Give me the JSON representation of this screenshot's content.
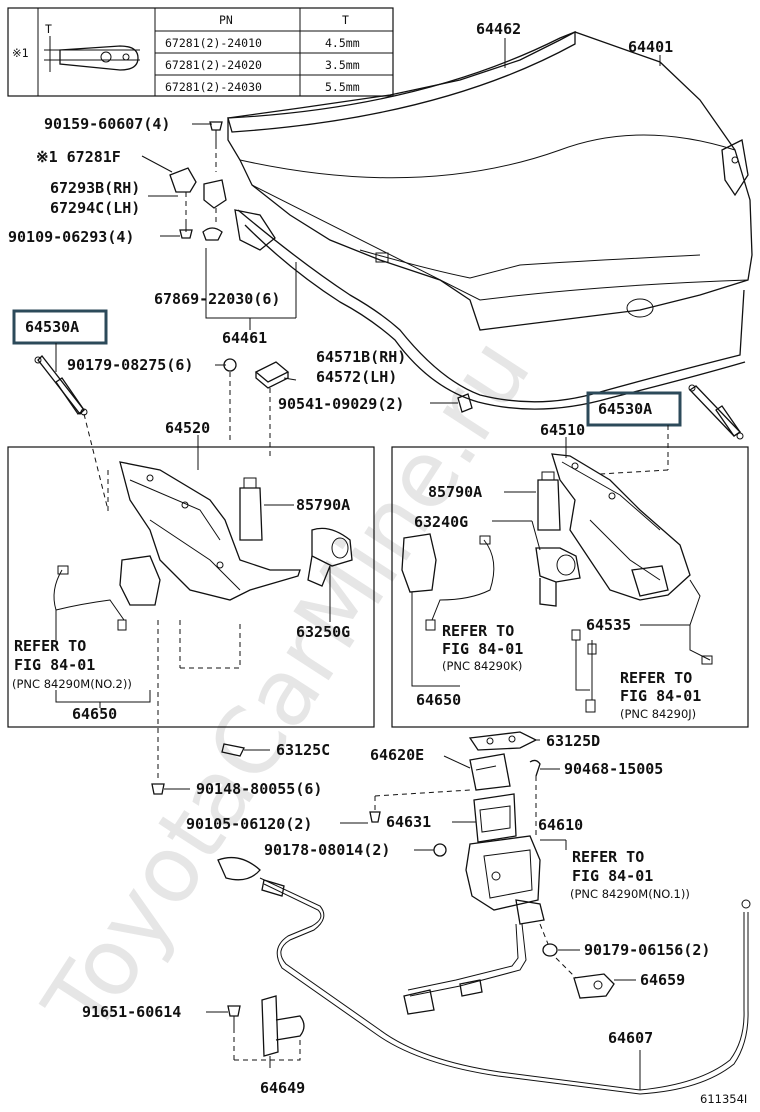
{
  "watermark": "ToyotaCarMine.ru",
  "table": {
    "note_mark": "※1",
    "col_pn": "PN",
    "col_t": "T",
    "dim_t": "T",
    "rows": [
      {
        "pn": "67281(2)-24010",
        "t": "4.5mm"
      },
      {
        "pn": "67281(2)-24020",
        "t": "3.5mm"
      },
      {
        "pn": "67281(2)-24030",
        "t": "5.5mm"
      }
    ]
  },
  "labels": {
    "l64462": "64462",
    "l64401": "64401",
    "l90159": "90159-60607(4)",
    "l67281f": "※1 67281F",
    "l67293b": "67293B(RH)",
    "l67294c": "67294C(LH)",
    "l90109": "90109-06293(4)",
    "l67869": "67869-22030(6)",
    "l64461": "64461",
    "l64530a_left": "64530A",
    "l90179_08275": "90179-08275(6)",
    "l64571b": "64571B(RH)",
    "l64572": "64572(LH)",
    "l90541": "90541-09029(2)",
    "l64530a_right": "64530A",
    "l64520": "64520",
    "l64510": "64510",
    "l85790a_left": "85790A",
    "l85790a_right": "85790A",
    "l63240g": "63240G",
    "l63250g": "63250G",
    "l64535": "64535",
    "l64650_left": "64650",
    "l64650_right": "64650",
    "l63125c": "63125C",
    "l63125d": "63125D",
    "l64620e": "64620E",
    "l90468": "90468-15005",
    "l90148": "90148-80055(6)",
    "l90105": "90105-06120(2)",
    "l64631": "64631",
    "l64610": "64610",
    "l90178": "90178-08014(2)",
    "l90179_06156": "90179-06156(2)",
    "l64659": "64659",
    "l91651": "91651-60614",
    "l64607": "64607",
    "l64649": "64649",
    "fig_code": "611354I"
  },
  "refs": {
    "left": {
      "l1": "REFER TO",
      "l2": "FIG 84-01",
      "l3": "(PNC 84290M(NO.2))"
    },
    "mid": {
      "l1": "REFER TO",
      "l2": "FIG 84-01",
      "l3": "(PNC 84290K)"
    },
    "right": {
      "l1": "REFER TO",
      "l2": "FIG 84-01",
      "l3": "(PNC 84290J)"
    },
    "bottom": {
      "l1": "REFER TO",
      "l2": "FIG 84-01",
      "l3": "(PNC 84290M(NO.1))"
    }
  }
}
